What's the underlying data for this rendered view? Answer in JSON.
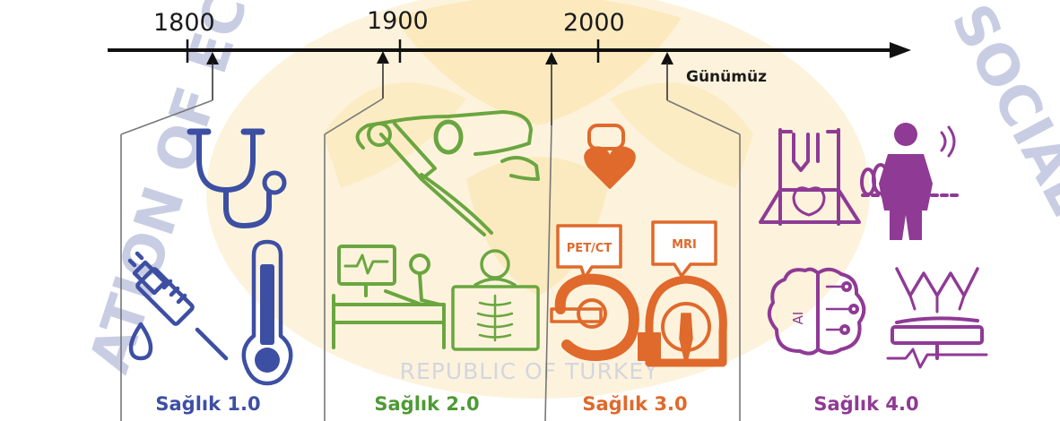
{
  "timeline": {
    "years": [
      "1800",
      "1900",
      "2000"
    ],
    "today_label": "Günümüz"
  },
  "eras": [
    {
      "label": "Sağlık 1.0",
      "color": "#3d4fa3"
    },
    {
      "label": "Sağlık 2.0",
      "color": "#4e9a35"
    },
    {
      "label": "Sağlık 3.0",
      "color": "#e0692c"
    },
    {
      "label": "Sağlık 4.0",
      "color": "#8f3a95"
    }
  ],
  "icons": {
    "era1": [
      "stethoscope-icon",
      "syringe-icon",
      "drop-icon",
      "thermometer-icon"
    ],
    "era2": [
      "blood-pressure-cuff-icon",
      "hospital-bed-monitor-icon",
      "xray-icon"
    ],
    "era3": [
      "pacemaker-heart-icon",
      "pet-ct-scanner-icon",
      "mri-scanner-icon"
    ],
    "era4": [
      "heart-3d-print-icon",
      "wearable-sensor-icon",
      "ai-brain-icon",
      "robotic-surgery-icon"
    ]
  },
  "bubbles": {
    "pet_ct": "PET/CT",
    "mri": "MRI",
    "ai": "AI"
  },
  "watermark": {
    "left": "ATION OF ECO",
    "right": "SOCIAL RES",
    "center": "REPUBLIC OF TURKEY"
  },
  "colors": {
    "axis": "#111111",
    "frame": "#7a7a7a",
    "bg_glow": "#fbe7b4",
    "watermark": "#c9cde3"
  }
}
